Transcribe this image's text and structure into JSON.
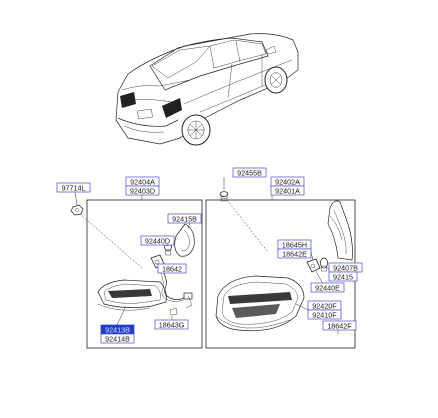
{
  "labels": {
    "p97714L": "97714L",
    "p92404A": "92404A",
    "p92403D": "92403D",
    "p92415B": "92415B",
    "p92440D": "92440D",
    "p18642": "18642",
    "p18643G": "18643G",
    "p92413B": "92413B",
    "p92414B": "92414B",
    "p92455B": "92455B",
    "p92402A": "92402A",
    "p92401A": "92401A",
    "p18645H": "18645H",
    "p18642E": "18642E",
    "p92407B": "92407B",
    "p92415": "92415",
    "p92440E": "92440E",
    "p92420F": "92420F",
    "p92410F": "92410F",
    "p18642F": "18642F"
  },
  "colors": {
    "label_border": "#4a4ad0",
    "selected_fill": "#1f3fc8",
    "line": "#222222"
  },
  "icons": {
    "vehicle": "sedan-rear-three-quarter-icon",
    "left_lamp": "inner-tail-lamp-icon",
    "right_lamp": "outer-tail-lamp-icon",
    "gasket": "lamp-gasket-icon",
    "screw": "screw-icon",
    "bulb": "bulb-icon",
    "socket": "bulb-socket-icon",
    "harness": "wiring-harness-icon"
  }
}
